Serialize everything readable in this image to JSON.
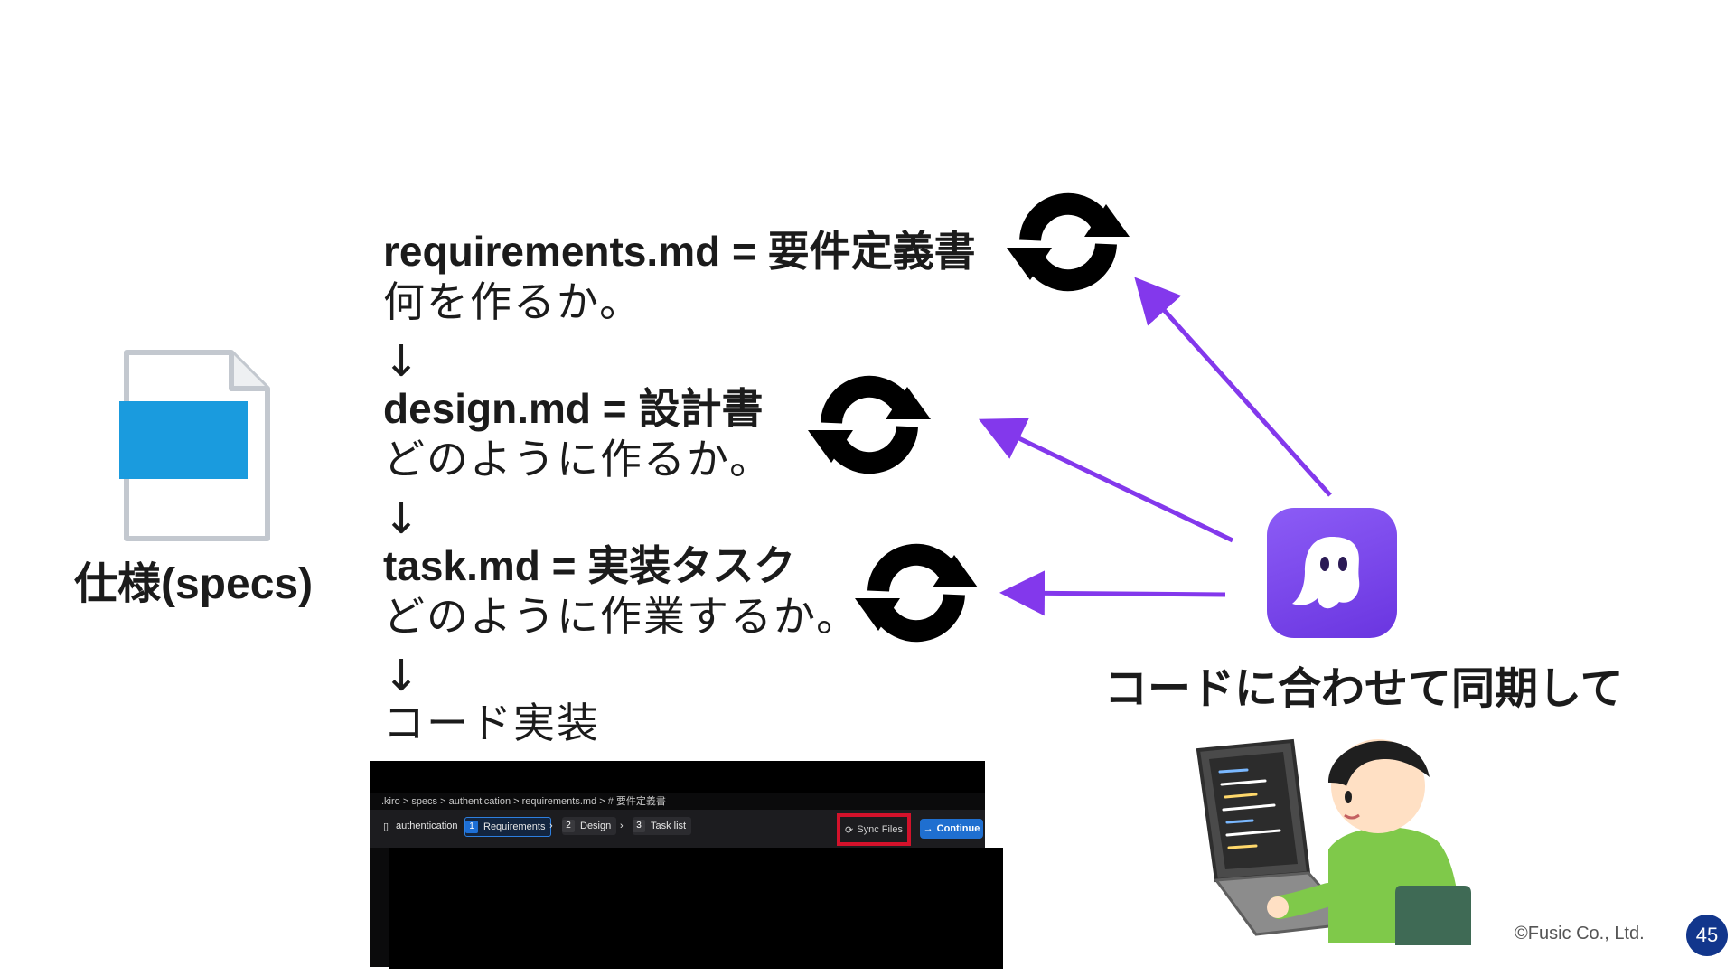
{
  "spec_doc": {
    "label": "仕様(specs)"
  },
  "steps": [
    {
      "title": "requirements.md = 要件定義書",
      "desc": "何を作るか。"
    },
    {
      "title": "design.md = 設計書",
      "desc": "どのように作るか。"
    },
    {
      "title": "task.md = 実装タスク",
      "desc": "どのように作業するか。"
    }
  ],
  "arrow_glyph": "↓",
  "final_step": "コード実装",
  "sync_caption": "コードに合わせて同期して",
  "editor": {
    "breadcrumb": ".kiro > specs > authentication > requirements.md > # 要件定義書",
    "spec_name": "authentication",
    "tabs": [
      {
        "num": "1",
        "label": "Requirements"
      },
      {
        "num": "2",
        "label": "Design"
      },
      {
        "num": "3",
        "label": "Task list"
      }
    ],
    "sync_files_label": "Sync Files",
    "continue_label": "Continue"
  },
  "footer": {
    "copyright": "©Fusic Co., Ltd.",
    "page_number": "45"
  },
  "colors": {
    "accent_purple": "#8338ec",
    "app_purple": "#7a45ea",
    "file_blue": "#1a9bde",
    "highlight_red": "#d3122b",
    "page_badge": "#12368c"
  },
  "icons": [
    "document-icon",
    "sync-icon",
    "ghost-app-icon",
    "developer-illustration"
  ]
}
